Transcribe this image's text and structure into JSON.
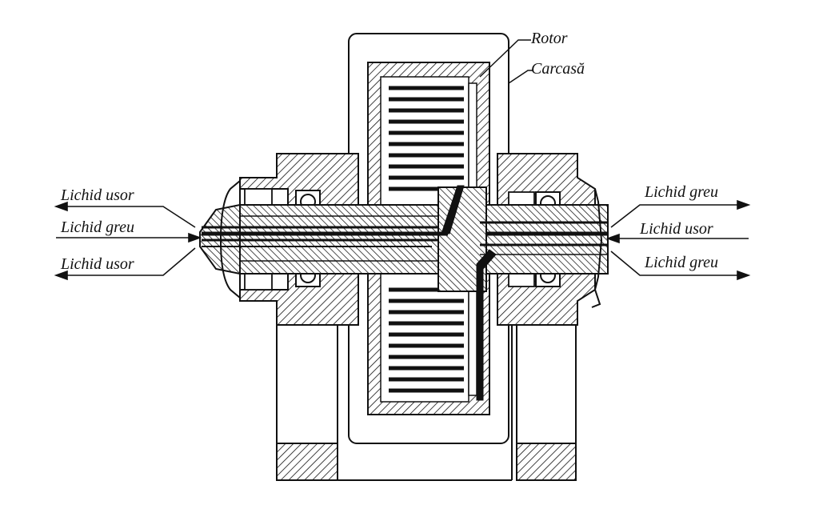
{
  "labels": {
    "rotor": "Rotor",
    "carcasa": "Carcasă",
    "left_top": "Lichid usor",
    "left_mid": "Lichid greu",
    "left_bottom": "Lichid usor",
    "right_top": "Lichid greu",
    "right_mid": "Lichid usor",
    "right_bottom": "Lichid greu"
  },
  "colors": {
    "ink": "#111111",
    "paper": "#ffffff"
  }
}
